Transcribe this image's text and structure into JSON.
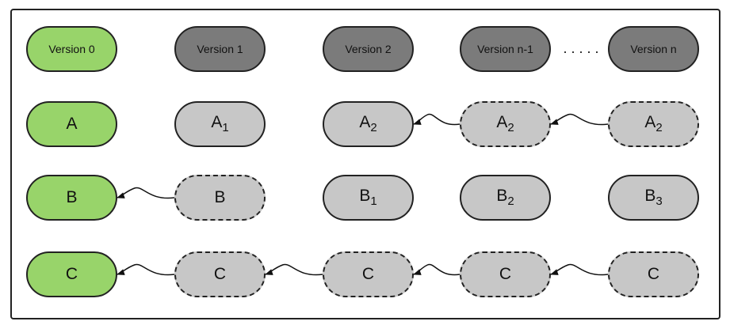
{
  "headers": [
    {
      "label": "Version 0",
      "fill": "#98d46a"
    },
    {
      "label": "Version 1",
      "fill": "#7b7b7b"
    },
    {
      "label": "Version 2",
      "fill": "#7b7b7b"
    },
    {
      "label": "Version n-1",
      "fill": "#7b7b7b"
    },
    {
      "label": "Version n",
      "fill": "#7b7b7b"
    }
  ],
  "ellipsis": ". . . . .",
  "rows": [
    [
      {
        "base": "A",
        "sub": "",
        "fill": "#98d46a",
        "dashed": false
      },
      {
        "base": "A",
        "sub": "1",
        "fill": "#c7c7c7",
        "dashed": false
      },
      {
        "base": "A",
        "sub": "2",
        "fill": "#c7c7c7",
        "dashed": false
      },
      {
        "base": "A",
        "sub": "2",
        "fill": "#c7c7c7",
        "dashed": true
      },
      {
        "base": "A",
        "sub": "2",
        "fill": "#c7c7c7",
        "dashed": true
      }
    ],
    [
      {
        "base": "B",
        "sub": "",
        "fill": "#98d46a",
        "dashed": false
      },
      {
        "base": "B",
        "sub": "",
        "fill": "#c7c7c7",
        "dashed": true
      },
      {
        "base": "B",
        "sub": "1",
        "fill": "#c7c7c7",
        "dashed": false
      },
      {
        "base": "B",
        "sub": "2",
        "fill": "#c7c7c7",
        "dashed": false
      },
      {
        "base": "B",
        "sub": "3",
        "fill": "#c7c7c7",
        "dashed": false
      }
    ],
    [
      {
        "base": "C",
        "sub": "",
        "fill": "#98d46a",
        "dashed": false
      },
      {
        "base": "C",
        "sub": "",
        "fill": "#c7c7c7",
        "dashed": true
      },
      {
        "base": "C",
        "sub": "",
        "fill": "#c7c7c7",
        "dashed": true
      },
      {
        "base": "C",
        "sub": "",
        "fill": "#c7c7c7",
        "dashed": true
      },
      {
        "base": "C",
        "sub": "",
        "fill": "#c7c7c7",
        "dashed": true
      }
    ]
  ],
  "links": [
    {
      "row": 0,
      "from": 3,
      "to": 2
    },
    {
      "row": 0,
      "from": 4,
      "to": 3
    },
    {
      "row": 1,
      "from": 1,
      "to": 0
    },
    {
      "row": 2,
      "from": 1,
      "to": 0
    },
    {
      "row": 2,
      "from": 2,
      "to": 1
    },
    {
      "row": 2,
      "from": 3,
      "to": 2
    },
    {
      "row": 2,
      "from": 4,
      "to": 3
    }
  ]
}
